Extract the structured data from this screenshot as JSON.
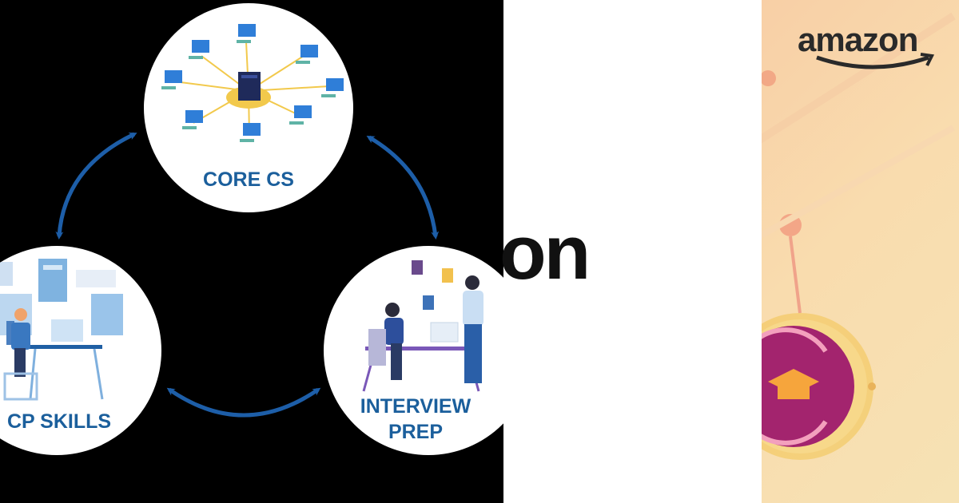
{
  "diagram": {
    "nodes": [
      {
        "id": "core-cs",
        "label": "CORE CS"
      },
      {
        "id": "cp-skills",
        "label": "CP SKILLS"
      },
      {
        "id": "interview-prep",
        "label_line1": "INTERVIEW",
        "label_line2": "PREP"
      }
    ],
    "edges": [
      {
        "from": "core-cs",
        "to": "cp-skills",
        "style": "double-arrow"
      },
      {
        "from": "core-cs",
        "to": "interview-prep",
        "style": "double-arrow"
      },
      {
        "from": "cp-skills",
        "to": "interview-prep",
        "style": "double-arrow"
      }
    ]
  },
  "partial_text": "on",
  "brand": {
    "logo_text": "amazon"
  },
  "colors": {
    "label": "#1b5f9c",
    "arrow": "#1d5ea8",
    "background_left": "#000000",
    "amazon_panel": "#f9dcae",
    "badge": "#a3246e"
  }
}
